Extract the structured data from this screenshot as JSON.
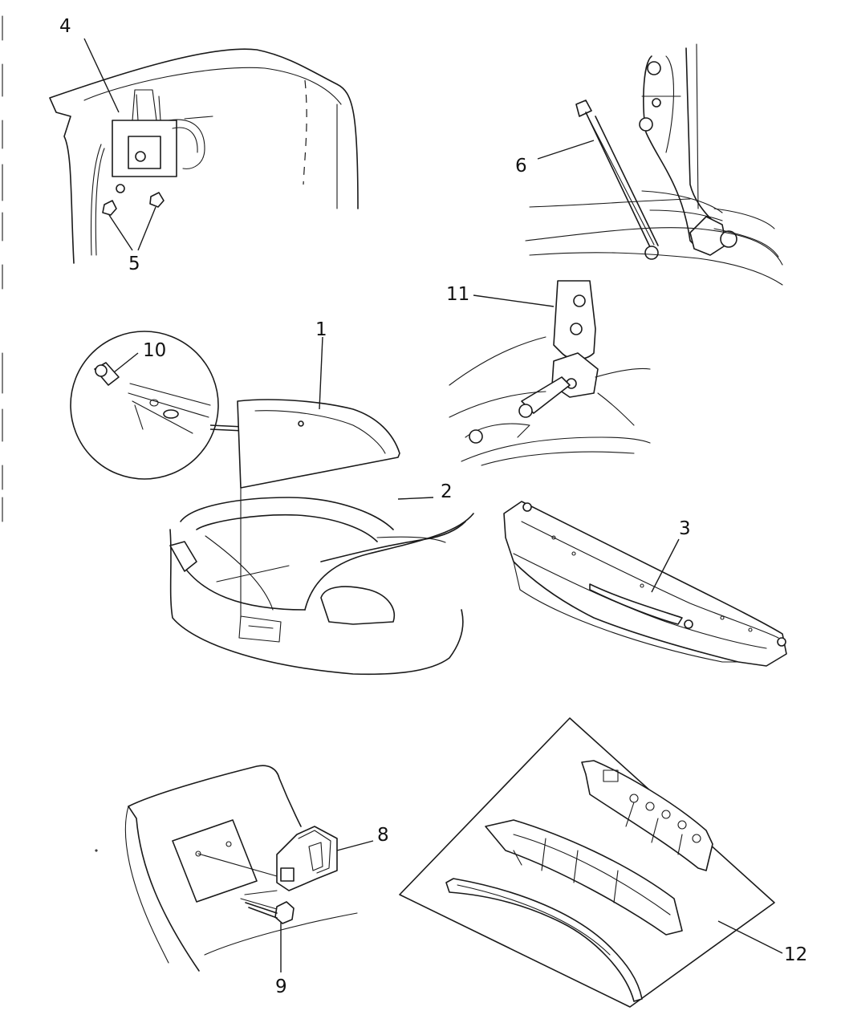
{
  "callouts": {
    "c1": "1",
    "c2": "2",
    "c3": "3",
    "c4": "4",
    "c5": "5",
    "c6": "6",
    "c8": "8",
    "c9": "9",
    "c10": "10",
    "c11": "11",
    "c12": "12"
  }
}
